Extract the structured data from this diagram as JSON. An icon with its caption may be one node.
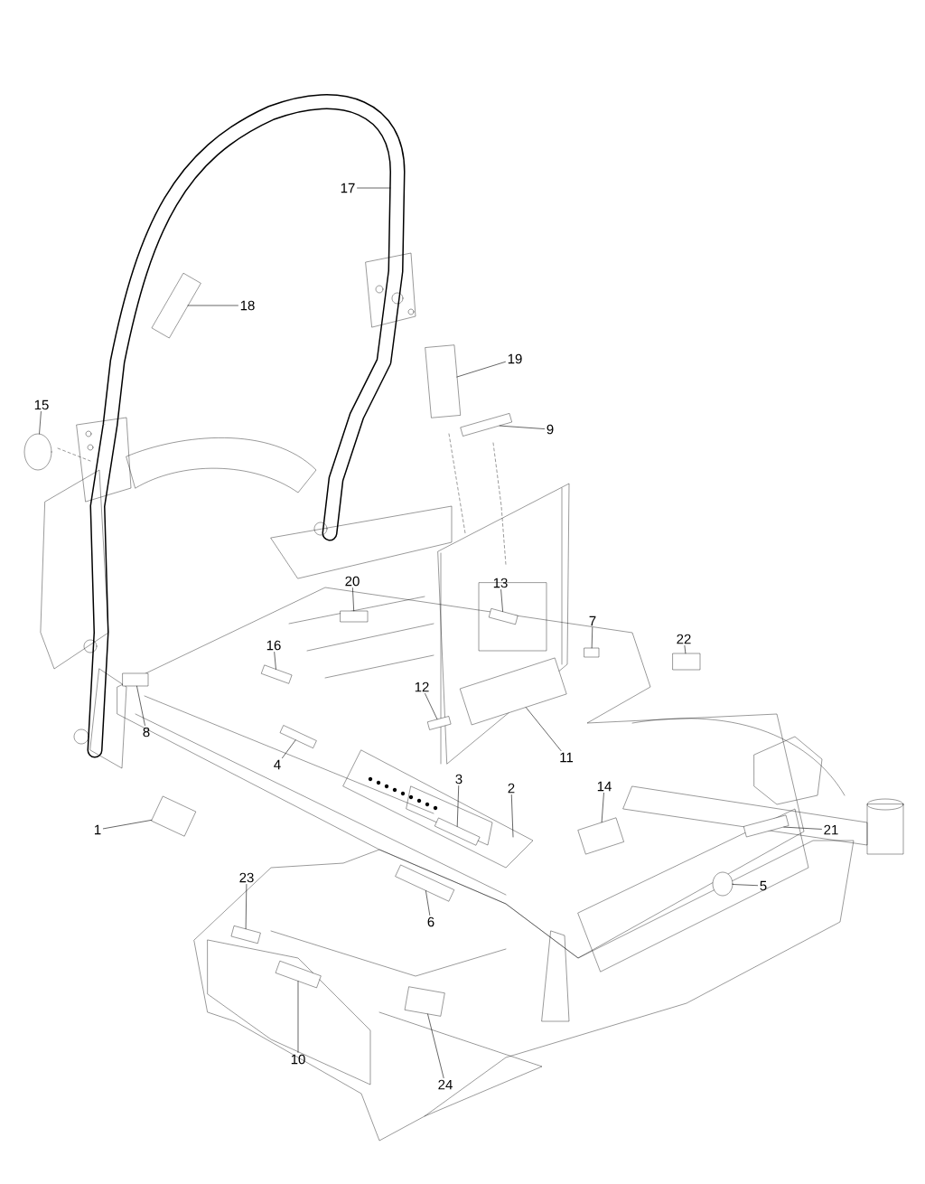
{
  "diagram": {
    "nodes": [
      {
        "text": [
          "1"
        ]
      },
      {
        "text": [],
        "shape": "box"
      },
      {
        "text": [
          "2"
        ]
      },
      {
        "text": [
          "3"
        ]
      },
      {
        "text": [],
        "shape": "box"
      },
      {
        "text": [
          "4"
        ]
      },
      {
        "text": [],
        "shape": "box"
      },
      {
        "text": [
          "5"
        ]
      },
      {
        "text": [],
        "shape": "circle"
      },
      {
        "text": [
          "6"
        ]
      },
      {
        "text": [],
        "shape": "box"
      },
      {
        "text": [
          "7"
        ]
      },
      {
        "text": [],
        "shape": "box"
      },
      {
        "text": [
          "8"
        ]
      },
      {
        "text": [],
        "shape": "box"
      },
      {
        "text": [
          "9"
        ]
      },
      {
        "text": [],
        "shape": "box"
      },
      {
        "text": [
          "10"
        ]
      },
      {
        "text": [],
        "shape": "box"
      },
      {
        "text": [
          "11"
        ]
      },
      {
        "text": [],
        "shape": "box"
      },
      {
        "text": [
          "12"
        ]
      },
      {
        "text": [],
        "shape": "box"
      },
      {
        "text": [
          "13"
        ]
      },
      {
        "text": [],
        "shape": "box"
      },
      {
        "text": [
          "14"
        ]
      },
      {
        "text": [],
        "shape": "box"
      },
      {
        "text": [
          "15"
        ]
      },
      {
        "text": [],
        "shape": "circle"
      },
      {
        "text": [
          "16"
        ]
      },
      {
        "text": [],
        "shape": "box"
      },
      {
        "text": [
          "17"
        ]
      },
      {
        "text": [
          "18"
        ]
      },
      {
        "text": [],
        "shape": "box"
      },
      {
        "text": [
          "19"
        ]
      },
      {
        "text": [],
        "shape": "box"
      },
      {
        "text": [
          "20"
        ]
      },
      {
        "text": [],
        "shape": "box"
      },
      {
        "text": [
          "21"
        ]
      },
      {
        "text": [],
        "shape": "box"
      },
      {
        "text": [
          "22"
        ]
      },
      {
        "text": [],
        "shape": "box"
      },
      {
        "text": [
          "23"
        ]
      },
      {
        "text": [],
        "shape": "box"
      },
      {
        "text": [
          "24"
        ]
      },
      {
        "text": [],
        "shape": "box"
      }
    ],
    "edges": [
      {
        "from": 0,
        "to": 1,
        "arrow": "none"
      },
      {
        "from": 2,
        "to": null,
        "arrow": "none"
      },
      {
        "from": 3,
        "to": 4,
        "arrow": "none"
      },
      {
        "from": 5,
        "to": 6,
        "arrow": "none"
      },
      {
        "from": 7,
        "to": 8,
        "arrow": "none"
      },
      {
        "from": 9,
        "to": 10,
        "arrow": "none"
      },
      {
        "from": 11,
        "to": 12,
        "arrow": "none"
      },
      {
        "from": 13,
        "to": 14,
        "arrow": "none"
      },
      {
        "from": 15,
        "to": 16,
        "arrow": "none"
      },
      {
        "from": 17,
        "to": 18,
        "arrow": "none"
      },
      {
        "from": 19,
        "to": 20,
        "arrow": "none"
      },
      {
        "from": 21,
        "to": 22,
        "arrow": "none"
      },
      {
        "from": 23,
        "to": 24,
        "arrow": "none"
      },
      {
        "from": 25,
        "to": 26,
        "arrow": "none"
      },
      {
        "from": 27,
        "to": 28,
        "arrow": "none"
      },
      {
        "from": 29,
        "to": 30,
        "arrow": "none"
      },
      {
        "from": 31,
        "to": null,
        "arrow": "none"
      },
      {
        "from": 32,
        "to": 33,
        "arrow": "none"
      },
      {
        "from": 34,
        "to": 35,
        "arrow": "none"
      },
      {
        "from": 36,
        "to": 37,
        "arrow": "none"
      },
      {
        "from": 38,
        "to": 39,
        "arrow": "none"
      },
      {
        "from": 40,
        "to": 41,
        "arrow": "none"
      },
      {
        "from": 42,
        "to": 43,
        "arrow": "none"
      },
      {
        "from": 44,
        "to": 45,
        "arrow": "none"
      }
    ]
  }
}
